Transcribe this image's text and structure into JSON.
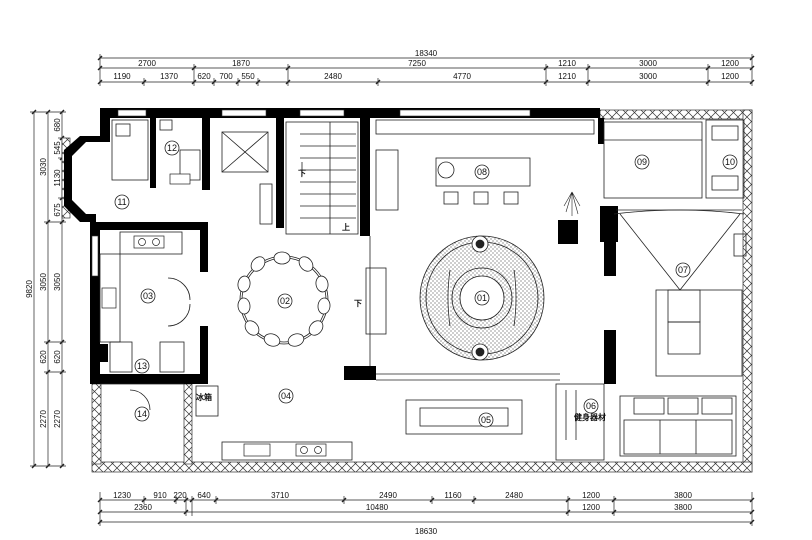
{
  "dimensions": {
    "top_total": "18340",
    "top_row1": [
      "2700",
      "1870",
      "7250",
      "1210",
      "3000",
      "1200"
    ],
    "top_row2": [
      "1190",
      "1370",
      "620",
      "700",
      "550",
      "2480",
      "4770",
      "1210",
      "3000",
      "1200"
    ],
    "left_total": "9820",
    "left_row1": [
      "3030",
      "3050",
      "620",
      "2270"
    ],
    "left_row2": [
      "680",
      "545",
      "1130",
      "675",
      "3050",
      "620",
      "2270"
    ],
    "bottom_row1": [
      "1230",
      "910",
      "220",
      "640",
      "3710",
      "2490",
      "1160",
      "2480",
      "1200",
      "3800"
    ],
    "bottom_row2": [
      "2360",
      "10480",
      "1200",
      "3800"
    ],
    "bottom_total": "18630"
  },
  "rooms": [
    "01",
    "02",
    "03",
    "04",
    "05",
    "06",
    "07",
    "08",
    "09",
    "10",
    "11",
    "12",
    "13",
    "14"
  ],
  "labels": {
    "fridge": "冰箱",
    "fitness": "健身器材",
    "up": "上",
    "down": "下",
    "down2": "下"
  }
}
